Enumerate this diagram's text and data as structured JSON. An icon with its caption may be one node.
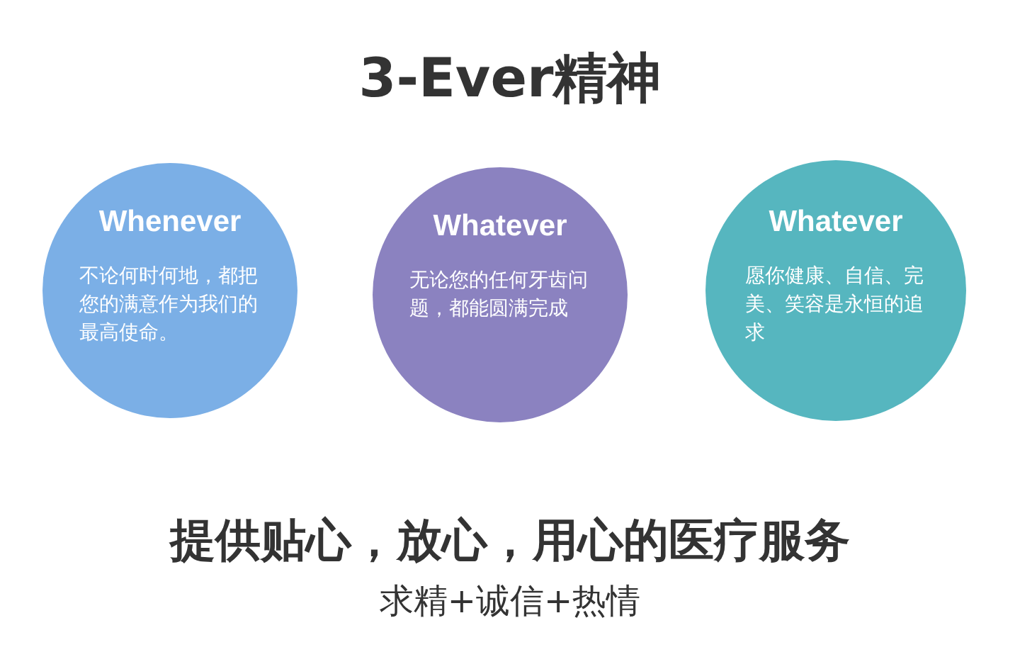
{
  "diagram": {
    "title": "3-Ever精神",
    "nodes": [
      {
        "text": [
          "Whenever",
          "不论何时何地，都把您的满意作为我们的最高使命。"
        ]
      },
      {
        "text": [
          "Whatever",
          "无论您的任何牙齿问题，都能圆满完成"
        ]
      },
      {
        "text": [
          "Whatever",
          "愿你健康、自信、完美、笑容是永恒的追求"
        ]
      }
    ],
    "edges": [],
    "labels": [
      "提供贴心，放心，用心的医疗服务",
      "求精+诚信+热情"
    ]
  }
}
